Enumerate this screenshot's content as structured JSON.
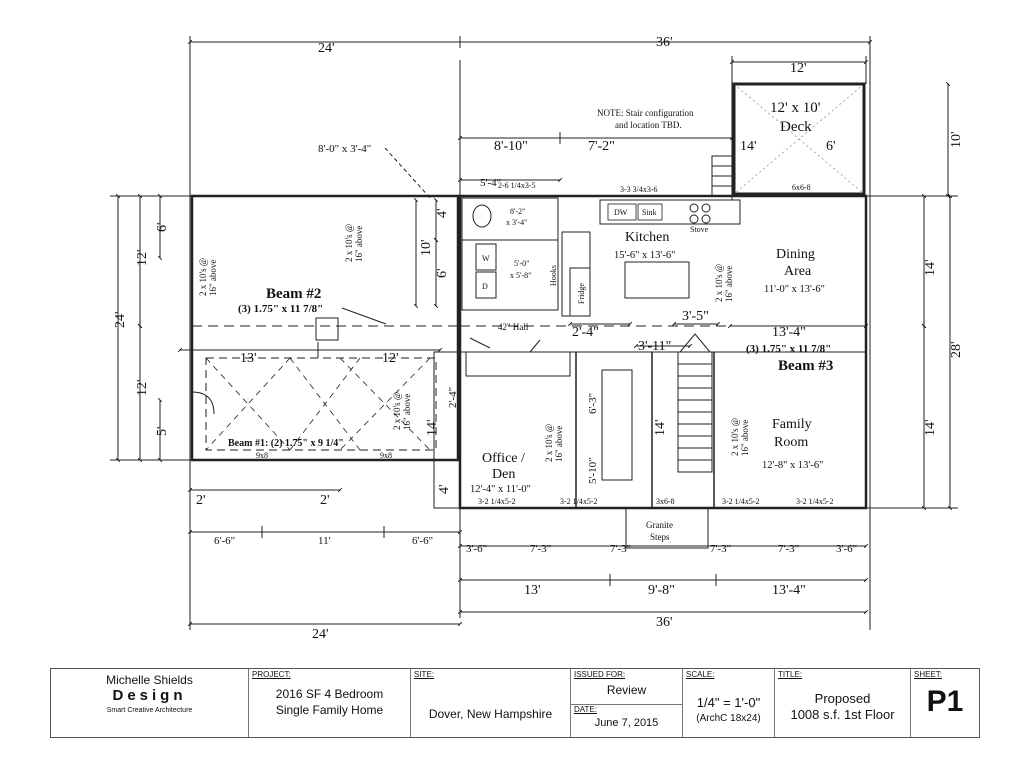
{
  "dimensions": {
    "top_left": "24'",
    "top_right": "36'",
    "deck_width": "12'",
    "deck_right_10": "10'",
    "seg_8_10": "8'-10\"",
    "seg_7_2": "7'-2\"",
    "seg_5_4": "5'-4\"",
    "deck_14": "14'",
    "deck_6": "6'",
    "left_6": "6'",
    "left_12_top": "12'",
    "left_24": "24'",
    "left_12_bot": "12'",
    "left_5": "5'",
    "right_14_top": "14'",
    "right_28": "28'",
    "right_14_bot": "14'",
    "stair_4": "4'",
    "stair_10": "10'",
    "stair_6": "6'",
    "beam_13": "13'",
    "beam_12": "12'",
    "dim_2_4a": "2'-4\"",
    "dim_3_5": "3'-5\"",
    "dim_3_11": "3'-11\"",
    "dim_13_4_top": "13'-4\"",
    "dim_2_4b": "2'-4\"",
    "dim_14_porch": "14'",
    "dim_4": "4'",
    "dim_14_stair": "14'",
    "dim_6_3": "6'-3\"",
    "dim_5_10": "5'-10\"",
    "bot_2_left": "2'",
    "bot_2_mid": "2'",
    "bot_6_6_left": "6'-6\"",
    "bot_11": "11'",
    "bot_6_6_right": "6'-6\"",
    "bot_3_6_left": "3'-6\"",
    "bot_7_3_a": "7'-3\"",
    "bot_7_3_b": "7'-3\"",
    "bot_7_3_c": "7'-3\"",
    "bot_7_3_d": "7'-3\"",
    "bot_3_6_right": "3'-6\"",
    "bot_13": "13'",
    "bot_9_8": "9'-8\"",
    "bot_13_4": "13'-4\"",
    "bot_24": "24'",
    "bot_36": "36'"
  },
  "notes": {
    "stair_note_1": "NOTE: Stair configuration",
    "stair_note_2": "and location TBD.",
    "opening": "8'-0\" x 3'-4\"",
    "deck_title_1": "12' x 10'",
    "deck_title_2": "Deck",
    "deck_post": "6x6-8",
    "beam2_title": "Beam #2",
    "beam2_spec": "(3) 1.75\" x 11 7/8\"",
    "beam3_spec": "(3) 1.75\" x 11 7/8\"",
    "beam3_title": "Beam #3",
    "beam1": "Beam #1: (2) 1.75\" x 9 1/4\"",
    "joist_1a": "2 x 10's @",
    "joist_1b": "16\" above",
    "joist_2a": "2 x 10's @",
    "joist_2b": "16\" above",
    "joist_3a": "2 x 10's @",
    "joist_3b": "16\" above",
    "joist_4a": "2 x 10's @",
    "joist_4b": "16\" above",
    "joist_5a": "2 x 10's @",
    "joist_5b": "16\" above",
    "joist_6a": "2 x 10's @",
    "joist_6b": "16\" above",
    "hall": "42\" Hall",
    "post_left": "9x8",
    "post_right": "9x8",
    "steps_1": "Granite",
    "steps_2": "Steps",
    "win_1": "3-2 1/4x5-2",
    "win_2": "3-2 1/4x5-2",
    "win_3": "3-2 1/4x5-2",
    "win_4": "3-2 1/4x5-2",
    "win_5": "2-6 1/4x3-5",
    "win_6": "3-3 3/4x3-6",
    "door_1": "3x6-8",
    "dw": "DW",
    "sink": "Sink",
    "stove": "Stove",
    "hooks": "Hooks",
    "fridge": "Fridge",
    "washer": "W",
    "dryer": "D",
    "bath_size_1": "8'-2\"",
    "bath_size_2": "x 3'-4\"",
    "laundry_size_1": "5'-0\"",
    "laundry_size_2": "x 5'-8\""
  },
  "rooms": {
    "kitchen": "Kitchen",
    "kitchen_size": "15'-6\" x 13'-6\"",
    "dining": "Dining",
    "dining_2": "Area",
    "dining_size": "11'-0\" x 13'-6\"",
    "family": "Family",
    "family_2": "Room",
    "family_size": "12'-8\" x 13'-6\"",
    "office": "Office /",
    "office_2": "Den",
    "office_size": "12'-4\" x 11'-0\""
  },
  "title_block": {
    "firm_name": "Michelle Shields",
    "firm_design": "Design",
    "firm_tagline": "Smart Creative Architecture",
    "project_label": "PROJECT:",
    "project_line1": "2016 SF 4 Bedroom",
    "project_line2": "Single Family Home",
    "site_label": "SITE:",
    "site_value": "Dover, New Hampshire",
    "issued_label": "ISSUED FOR:",
    "issued_value": "Review",
    "date_label": "DATE:",
    "date_value": "June 7, 2015",
    "scale_label": "SCALE:",
    "scale_value": "1/4\" = 1'-0\"",
    "scale_sub": "(ArchC 18x24)",
    "title_label": "TITLE:",
    "title_line1": "Proposed",
    "title_line2": "1008 s.f. 1st Floor",
    "sheet_label": "SHEET:",
    "sheet_value": "P1"
  }
}
